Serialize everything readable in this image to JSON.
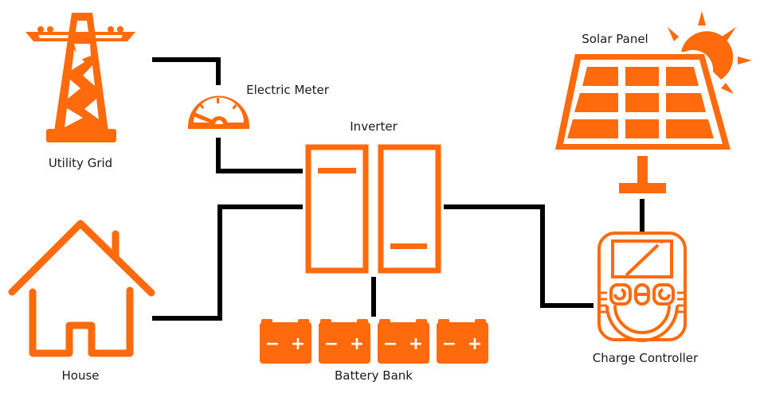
{
  "diagram": {
    "title": "Solar power system with grid and battery backup",
    "accent_color": "#ff6a0d",
    "wire_color": "#000000",
    "nodes": {
      "utility_grid": {
        "label": "Utility Grid",
        "icon": "power-tower-icon"
      },
      "electric_meter": {
        "label": "Electric Meter",
        "icon": "meter-gauge-icon"
      },
      "inverter": {
        "label": "Inverter",
        "icon": "inverter-icon"
      },
      "solar_panel": {
        "label": "Solar Panel",
        "icon": "solar-panel-icon"
      },
      "house": {
        "label": "House",
        "icon": "house-icon"
      },
      "battery_bank": {
        "label": "Battery Bank",
        "icon": "battery-icon",
        "battery_count": 4,
        "terminal_minus": "−",
        "terminal_plus": "+"
      },
      "charge_controller": {
        "label": "Charge Controller",
        "icon": "charge-controller-icon"
      }
    },
    "connections": [
      {
        "from": "Utility Grid",
        "to": "Electric Meter"
      },
      {
        "from": "Electric Meter",
        "to": "Inverter"
      },
      {
        "from": "House",
        "to": "Inverter"
      },
      {
        "from": "Inverter",
        "to": "Battery Bank"
      },
      {
        "from": "Inverter",
        "to": "Charge Controller"
      },
      {
        "from": "Solar Panel",
        "to": "Charge Controller"
      }
    ]
  }
}
